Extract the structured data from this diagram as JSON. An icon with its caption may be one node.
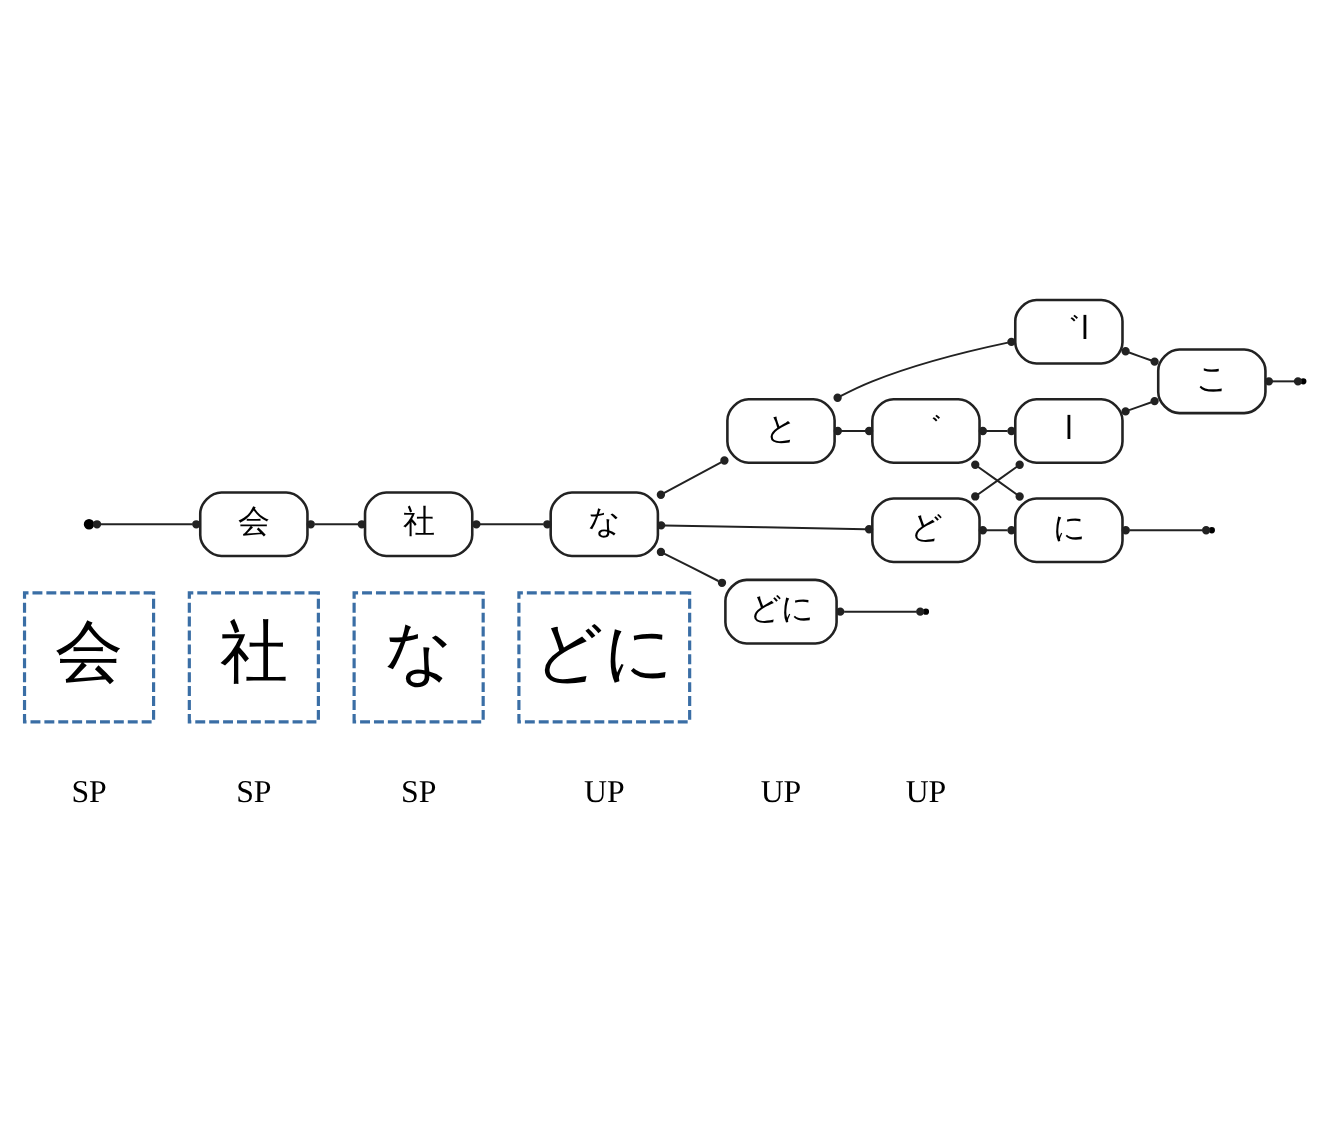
{
  "diagram": {
    "nodes": [
      {
        "text": [
          "会"
        ]
      },
      {
        "text": [
          "社"
        ]
      },
      {
        "text": [
          "な"
        ]
      },
      {
        "text": [
          "どに"
        ]
      },
      {
        "text": [
          "会"
        ]
      },
      {
        "text": [
          "社"
        ]
      },
      {
        "text": [
          "な"
        ]
      },
      {
        "text": [
          "と"
        ]
      },
      {
        "text": [
          "゛"
        ]
      },
      {
        "text": [
          "l"
        ]
      },
      {
        "text": [
          "こ"
        ]
      },
      {
        "text": [
          "゛l"
        ]
      },
      {
        "text": [
          "ど"
        ]
      },
      {
        "text": [
          "に"
        ]
      },
      {
        "text": [
          "どに"
        ]
      }
    ],
    "edges": [
      {
        "from": null,
        "to": 4,
        "arrow": "other"
      },
      {
        "from": 4,
        "to": 5,
        "arrow": "other"
      },
      {
        "from": 5,
        "to": 6,
        "arrow": "other"
      },
      {
        "from": 6,
        "to": 7,
        "arrow": "other"
      },
      {
        "from": 6,
        "to": 12,
        "arrow": "other"
      },
      {
        "from": 6,
        "to": 14,
        "arrow": "other"
      },
      {
        "from": 7,
        "to": 8,
        "arrow": "other"
      },
      {
        "from": 7,
        "to": 11,
        "arrow": "other"
      },
      {
        "from": 8,
        "to": 9,
        "arrow": "other"
      },
      {
        "from": 8,
        "to": 13,
        "arrow": "other"
      },
      {
        "from": 12,
        "to": 9,
        "arrow": "other"
      },
      {
        "from": 12,
        "to": 13,
        "arrow": "other"
      },
      {
        "from": 9,
        "to": 10,
        "arrow": "other"
      },
      {
        "from": 11,
        "to": 10,
        "arrow": "other"
      },
      {
        "from": 10,
        "to": null,
        "arrow": "other"
      },
      {
        "from": 13,
        "to": null,
        "arrow": "other"
      },
      {
        "from": 14,
        "to": null,
        "arrow": "other"
      }
    ],
    "labels": [
      "SP",
      "SP",
      "SP",
      "UP",
      "UP",
      "UP"
    ]
  }
}
